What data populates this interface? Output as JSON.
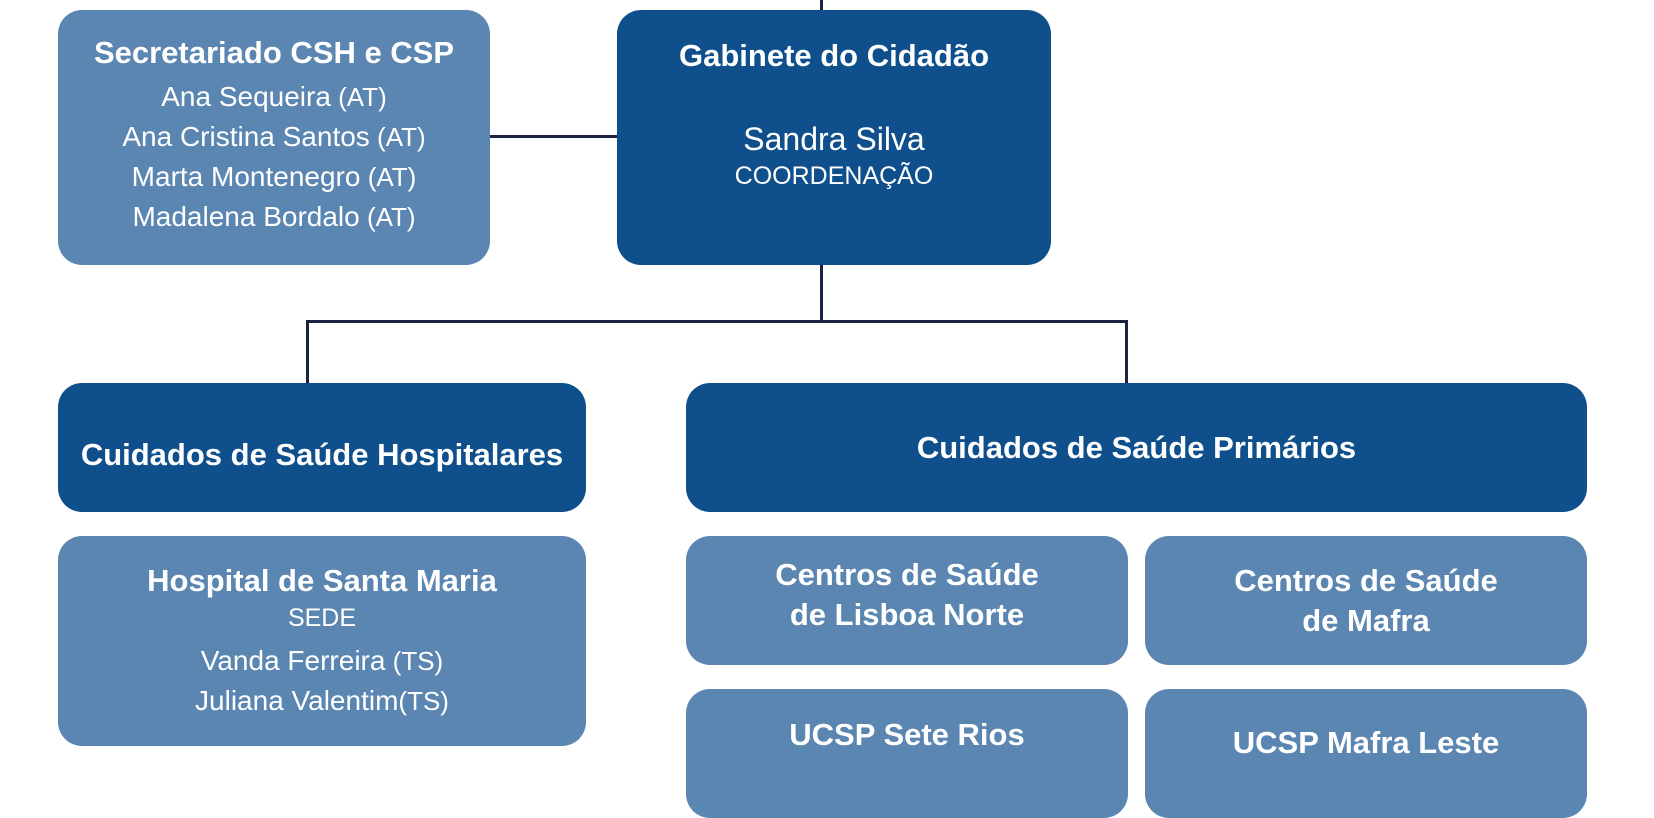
{
  "colors": {
    "dark_box": "#0f508c",
    "light_box": "#5a86b1",
    "connector": "#1a2440"
  },
  "secretariat": {
    "title": "Secretariado CSH e CSP",
    "members": [
      {
        "name": "Ana Sequeira",
        "role": " (AT)"
      },
      {
        "name": "Ana Cristina Santos",
        "role": " (AT)"
      },
      {
        "name": "Marta Montenegro",
        "role": " (AT)"
      },
      {
        "name": "Madalena Bordalo",
        "role": " (AT)"
      }
    ]
  },
  "cabinet": {
    "title": "Gabinete do Cidadão",
    "person": "Sandra Silva",
    "position": "COORDENAÇÃO"
  },
  "hospital_care": {
    "title": "Cuidados de Saúde Hospitalares"
  },
  "primary_care": {
    "title": "Cuidados de Saúde Primários"
  },
  "hospital": {
    "title": "Hospital de Santa Maria",
    "subtitle": "SEDE",
    "members": [
      {
        "name": "Vanda Ferreira",
        "role": " (TS)"
      },
      {
        "name": "Juliana Valentim",
        "role": "(TS)"
      }
    ]
  },
  "health_centers": [
    {
      "line1": "Centros de Saúde",
      "line2": "de Lisboa Norte"
    },
    {
      "line1": "Centros de Saúde",
      "line2": "de Mafra"
    }
  ],
  "ucsp": [
    {
      "label": "UCSP Sete Rios"
    },
    {
      "label": "UCSP Mafra Leste"
    }
  ]
}
